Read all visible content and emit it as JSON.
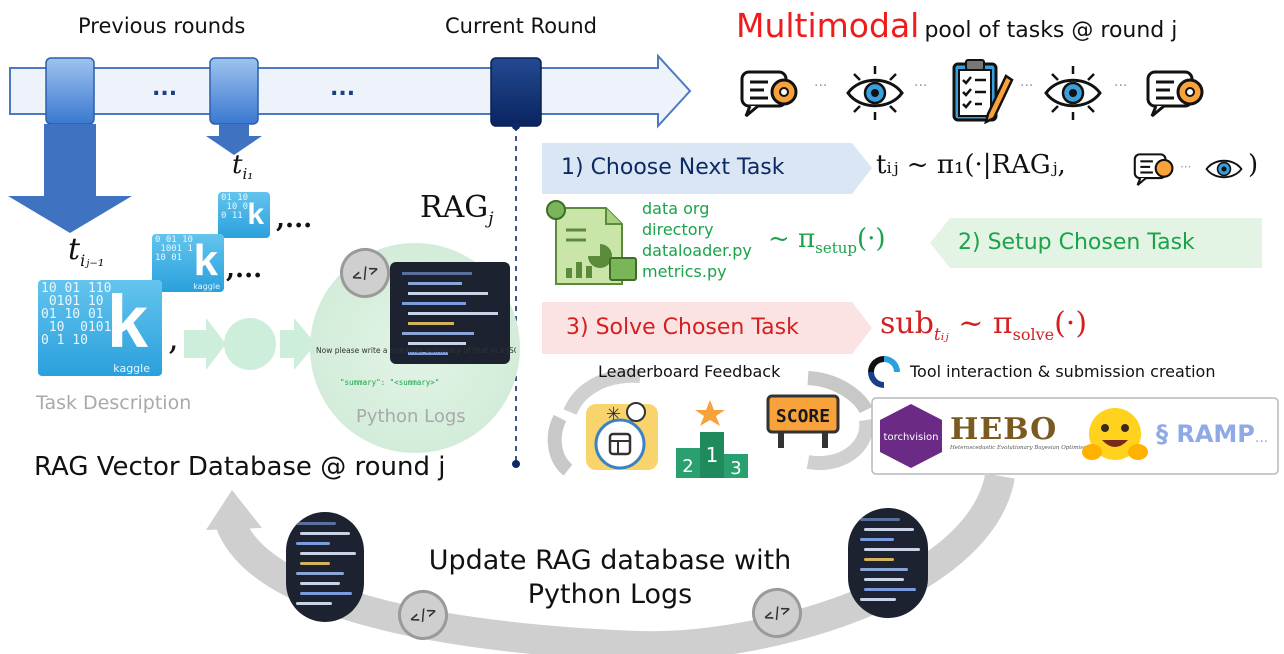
{
  "header": {
    "previous_rounds": "Previous rounds",
    "current_round": "Current Round",
    "pool_highlight": "Multimodal",
    "pool_rest": "pool of tasks @ round j"
  },
  "timeline": {
    "dots_1": "...",
    "dots_2": "..."
  },
  "left": {
    "t_i1": "t",
    "t_i1_sub": "i₁",
    "t_ij1": "t",
    "t_ij1_sub": "iⱼ₋₁",
    "kaggle_letter": "k",
    "kaggle_word": "kaggle",
    "comma_dots": ",...",
    "task_description": "Task Description",
    "python_logs": "Python Logs",
    "code_prompt": "Now please write a one-liner summary of that in a JSON format",
    "code_summary": "\"summary\": \"<summary>\"",
    "rag_j": "RAG",
    "rag_j_sub": "j",
    "rag_db": "RAG Vector Database @ round j"
  },
  "steps": {
    "step1": "1) Choose Next Task",
    "step1_formula": "tᵢⱼ ~ π₁(·|RAGⱼ,",
    "step1_close": ")",
    "step2": "2) Setup Chosen Task",
    "step2_formula": "~ π",
    "step2_sub": "setup",
    "step2_paren": "(·)",
    "setup_files": [
      "data org",
      "directory",
      "dataloader.py",
      "metrics.py"
    ],
    "step3": "3) Solve Chosen Task",
    "step3_formula": "sub",
    "step3_sub": "tᵢⱼ",
    "step3_rest": "~ π",
    "step3_sub2": "solve",
    "step3_paren": "(·)"
  },
  "feedback": {
    "leaderboard": "Leaderboard Feedback",
    "tool_interaction": "Tool interaction & submission creation",
    "score": "SCORE",
    "podium": [
      "2",
      "1",
      "3"
    ]
  },
  "tools": {
    "torchvision": "torchvision",
    "hebo": "HEBO",
    "hebo_sub": "Heteroscedastic Evolutionary Bayesian Optimisation",
    "ramp": "RAMP",
    "more": "..."
  },
  "bottom": {
    "update_line1": "Update RAG database with",
    "update_line2": "Python Logs"
  },
  "colors": {
    "blue_band": "#dbe6f5",
    "green_band": "#e3f4e4",
    "red_band": "#fbe3e3",
    "multimodal_red": "#ee1c1c",
    "kaggle_blue": "#2aa0dc",
    "arrow_blue": "#3f72c0",
    "navy": "#0c2a66"
  },
  "icons": [
    "ai-chip-icon",
    "eye-icon",
    "clipboard-checklist-icon",
    "eye-icon",
    "ai-chip-icon"
  ]
}
